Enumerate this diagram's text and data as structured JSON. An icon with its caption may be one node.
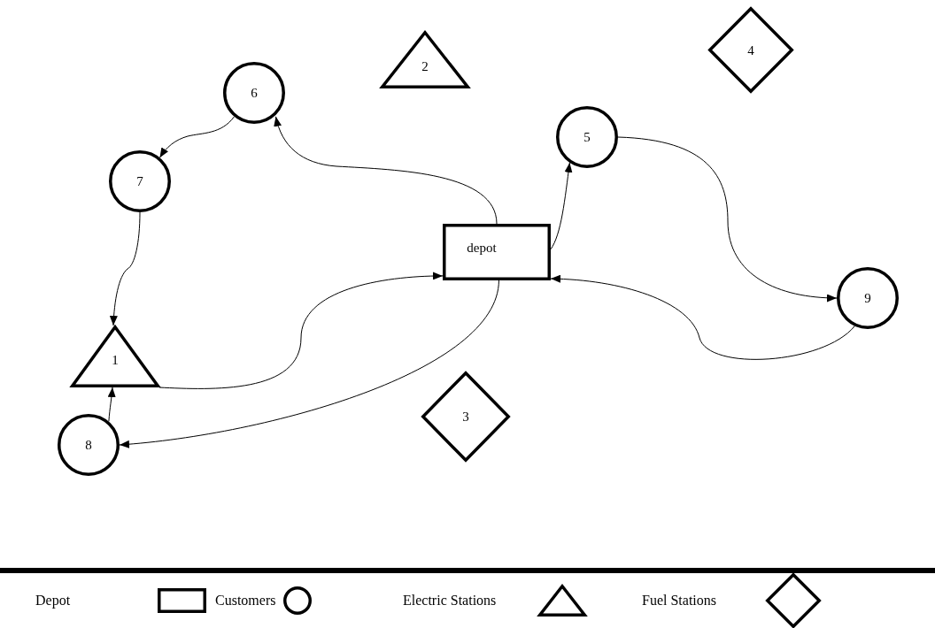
{
  "diagram": {
    "nodes": [
      {
        "text": [
          "2"
        ]
      },
      {
        "text": [
          "4"
        ]
      },
      {
        "text": [
          "6"
        ]
      },
      {
        "text": [
          "5"
        ]
      },
      {
        "text": [
          "7"
        ]
      },
      {
        "text": [
          "depot"
        ]
      },
      {
        "text": [
          "9"
        ]
      },
      {
        "text": [
          "1"
        ]
      },
      {
        "text": [
          "3"
        ]
      },
      {
        "text": [
          "8"
        ]
      }
    ],
    "edges": [
      {
        "from": 5,
        "to": 2,
        "arrow": "to"
      },
      {
        "from": 2,
        "to": 4,
        "arrow": "to"
      },
      {
        "from": 4,
        "to": 7,
        "arrow": "to"
      },
      {
        "from": 7,
        "to": 5,
        "arrow": "to"
      },
      {
        "from": 5,
        "to": 9,
        "arrow": "to"
      },
      {
        "from": 9,
        "to": 7,
        "arrow": "to"
      },
      {
        "from": 5,
        "to": 3,
        "arrow": "to"
      },
      {
        "from": 3,
        "to": 6,
        "arrow": "to"
      },
      {
        "from": 6,
        "to": 5,
        "arrow": "to"
      }
    ],
    "legend": [
      {
        "text": "Depot"
      },
      {
        "text": "Customers"
      },
      {
        "text": "Electric Stations"
      },
      {
        "text": "Fuel Stations"
      }
    ]
  }
}
